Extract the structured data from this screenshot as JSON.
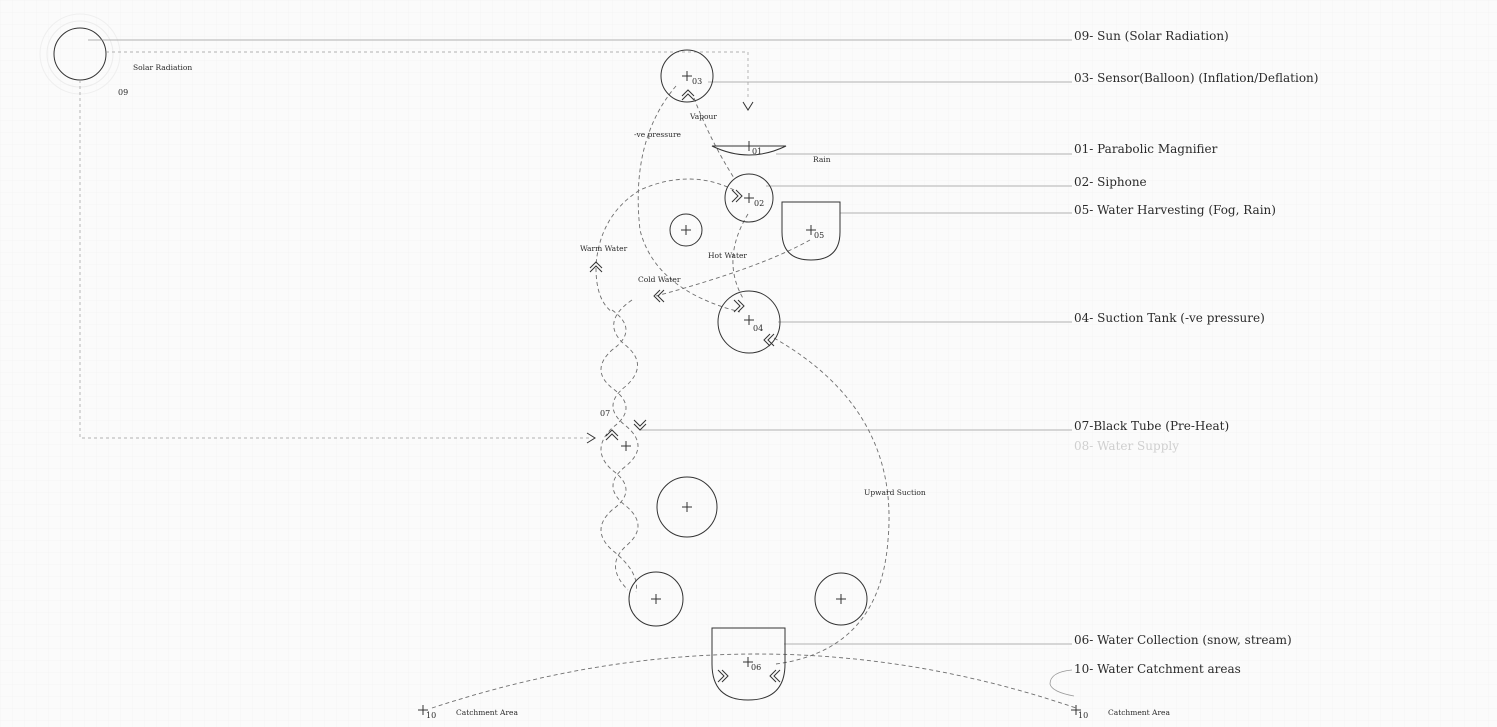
{
  "legend": {
    "sun": "09- Sun (Solar Radiation)",
    "sensor": "03- Sensor(Balloon) (Inflation/Deflation)",
    "magnifier": "01- Parabolic Magnifier",
    "siphone": "02- Siphone",
    "harvesting": "05- Water Harvesting (Fog, Rain)",
    "suction": "04- Suction Tank (-ve pressure)",
    "black_tube": "07-Black Tube (Pre-Heat)",
    "water_supply": "08- Water Supply",
    "collection": "06- Water Collection (snow, stream)",
    "catchment": "10- Water Catchment areas"
  },
  "labels": {
    "solar_radiation": "Solar Radiation",
    "sun_number": "09",
    "vapour": "Vapour",
    "ve_pressure": "-ve pressure",
    "rain": "Rain",
    "warm_water": "Warm Water",
    "hot_water": "Hot Water",
    "cold_water": "Cold Water",
    "tube_number": "07",
    "upward_suction": "Upward Suction",
    "catchment_left": "Catchment Area",
    "catchment_right": "Catchment Area"
  },
  "node_numbers": {
    "n01": "01",
    "n02": "02",
    "n03": "03",
    "n04": "04",
    "n05": "05",
    "n06": "06",
    "n10_left": "10",
    "n10_right": "10"
  },
  "colors": {
    "ink": "#2a2a2a",
    "line": "#9a9a9a",
    "background": "#fbfbfb"
  }
}
